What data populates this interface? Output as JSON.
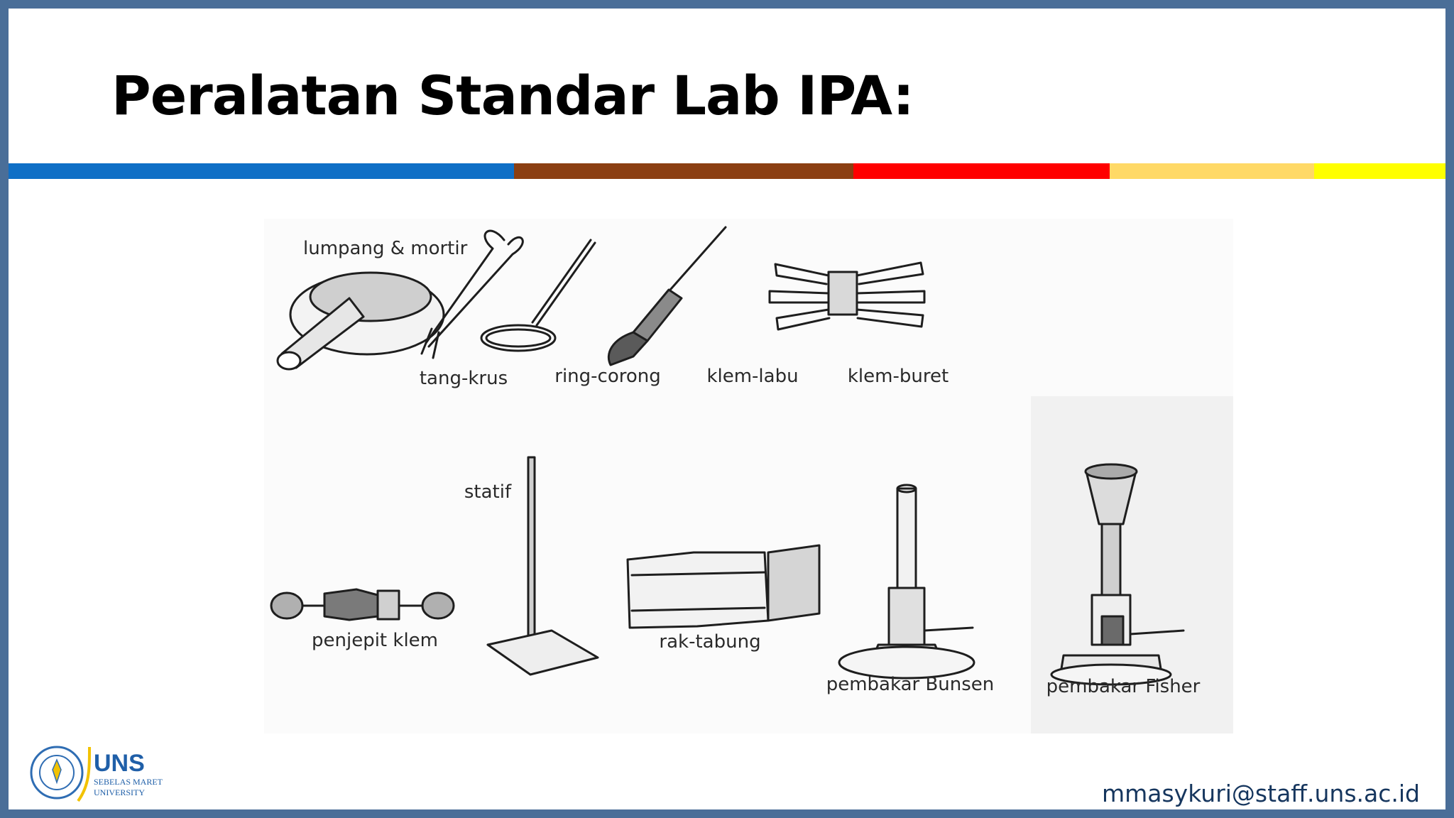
{
  "slide": {
    "title": "Peralatan Standar Lab IPA:",
    "email": "mmasykuri@staff.uns.ac.id",
    "stripe_colors": [
      "#0f6fc6",
      "#8b3f12",
      "#ff0000",
      "#ffd966",
      "#ffff00"
    ],
    "border_color": "#4a6e98"
  },
  "equipment": [
    "lumpang & mortir",
    "tang-krus",
    "ring-corong",
    "klem-labu",
    "klem-buret",
    "statif",
    "penjepit klem",
    "rak-tabung",
    "pembakar Bunsen",
    "pembakar Fisher"
  ],
  "logo": {
    "name": "UNS",
    "line1": "SEBELAS MARET",
    "line2": "UNIVERSITY"
  }
}
